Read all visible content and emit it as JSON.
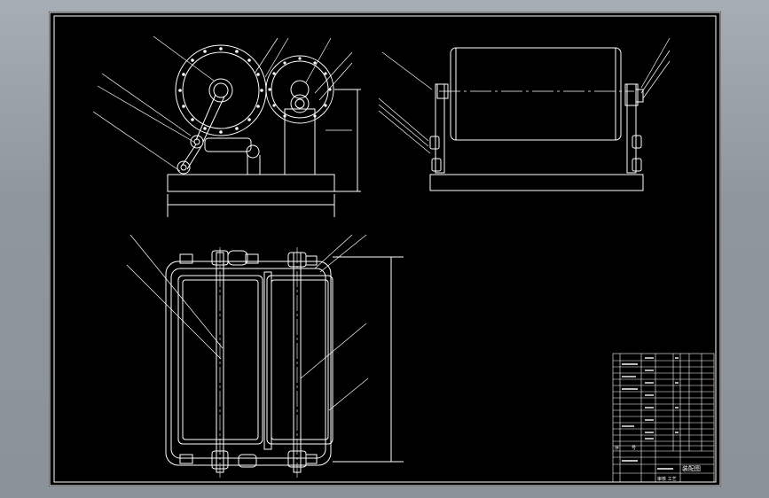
{
  "drawing": {
    "background_color": "#000000",
    "line_color": "#ffffff",
    "viewport_color": "#8e959d",
    "views": [
      "side-view",
      "end-view",
      "top-view"
    ]
  },
  "title_block": {
    "drawing_name": "装配图",
    "row_labels": [
      "序",
      "号"
    ],
    "note": "审核 工艺"
  }
}
